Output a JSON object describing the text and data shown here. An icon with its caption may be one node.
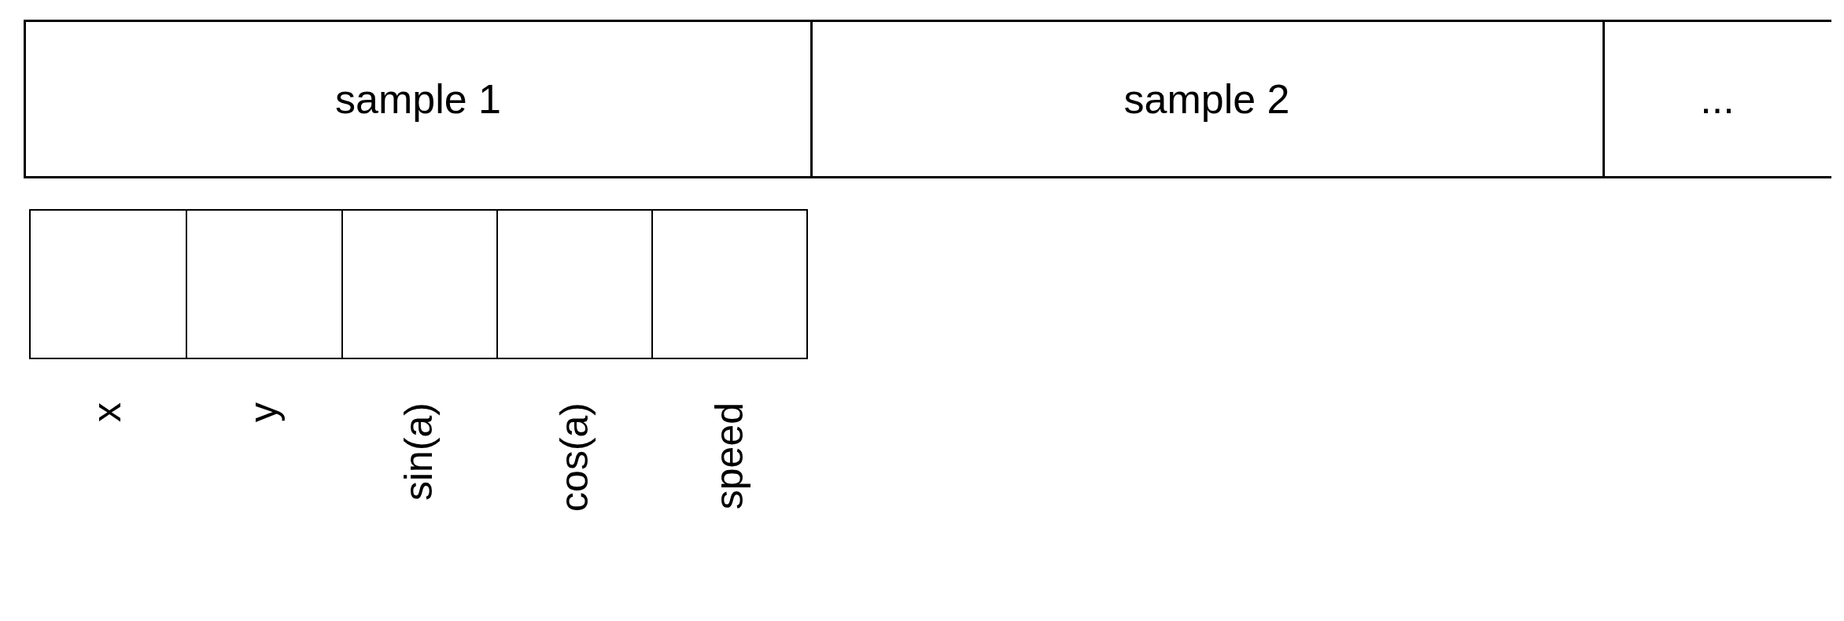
{
  "diagram": {
    "nodes": [
      {
        "text": [
          "sample 1"
        ]
      },
      {
        "text": [
          "sample 2"
        ]
      },
      {
        "text": [
          "..."
        ]
      },
      {
        "text": [],
        "shape": "box"
      },
      {
        "text": [],
        "shape": "box"
      },
      {
        "text": [],
        "shape": "box"
      },
      {
        "text": [],
        "shape": "box"
      },
      {
        "text": [],
        "shape": "box"
      }
    ],
    "edges": [],
    "labels": [
      "x",
      "y",
      "sin(a)",
      "cos(a)",
      "speed"
    ]
  }
}
